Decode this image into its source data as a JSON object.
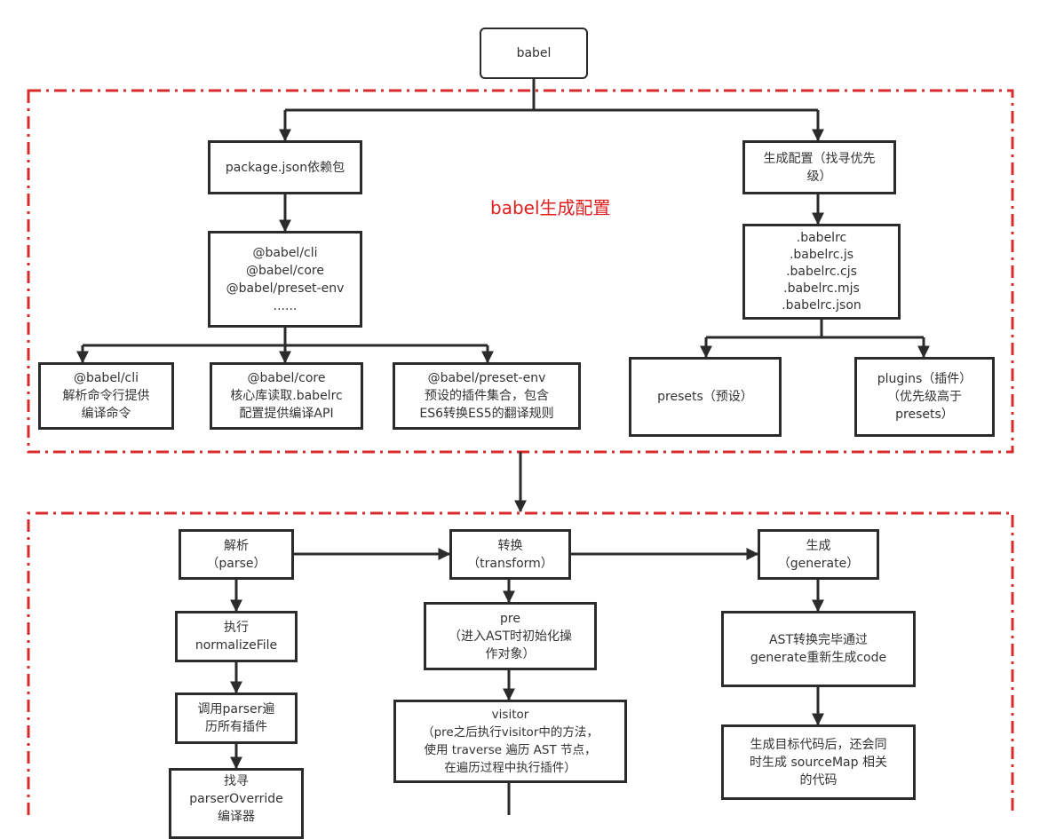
{
  "diagram": {
    "title_node": "babel",
    "config_group": {
      "label": "babel生成配置",
      "border_color": "#d92b2b",
      "nodes": {
        "package_json": [
          "package.json依赖包"
        ],
        "deps_list": [
          "@babel/cli",
          "@babel/core",
          "@babel/preset-env",
          "......"
        ],
        "cli": [
          "@babel/cli",
          "解析命令行提供",
          "编译命令"
        ],
        "core": [
          "@babel/core",
          "核心库读取.babelrc",
          "配置提供编译API"
        ],
        "preset_env": [
          "@babel/preset-env",
          "预设的插件集合，包含",
          "ES6转换ES5的翻译规则"
        ],
        "gen_config": [
          "生成配置（找寻优先",
          "级）"
        ],
        "babelrc_files": [
          ".babelrc",
          ".babelrc.js",
          ".babelrc.cjs",
          ".babelrc.mjs",
          ".babelrc.json"
        ],
        "presets": [
          "presets（预设）"
        ],
        "plugins": [
          "plugins（插件）",
          "（优先级高于",
          "presets）"
        ]
      }
    },
    "process_group": {
      "border_color": "#d92b2b",
      "nodes": {
        "parse": [
          "解析",
          "（parse）"
        ],
        "normalize": [
          "执行",
          "normalizeFile"
        ],
        "call_parser": [
          "调用parser遍",
          "历所有插件"
        ],
        "parser_override": [
          "找寻",
          "parserOverride",
          "编译器"
        ],
        "transform": [
          "转换",
          "（transform）"
        ],
        "pre": [
          "pre",
          "（进入AST时初始化操",
          "作对象）"
        ],
        "visitor": [
          "visitor",
          "（pre之后执行visitor中的方法，",
          "使用 traverse 遍历 AST 节点，",
          "在遍历过程中执行插件）"
        ],
        "generate": [
          "生成",
          "（generate）"
        ],
        "ast_generate": [
          "AST转换完毕通过",
          "generate重新生成code"
        ],
        "sourcemap": [
          "生成目标代码后，还会同",
          "时生成 sourceMap 相关",
          "的代码"
        ]
      }
    }
  }
}
